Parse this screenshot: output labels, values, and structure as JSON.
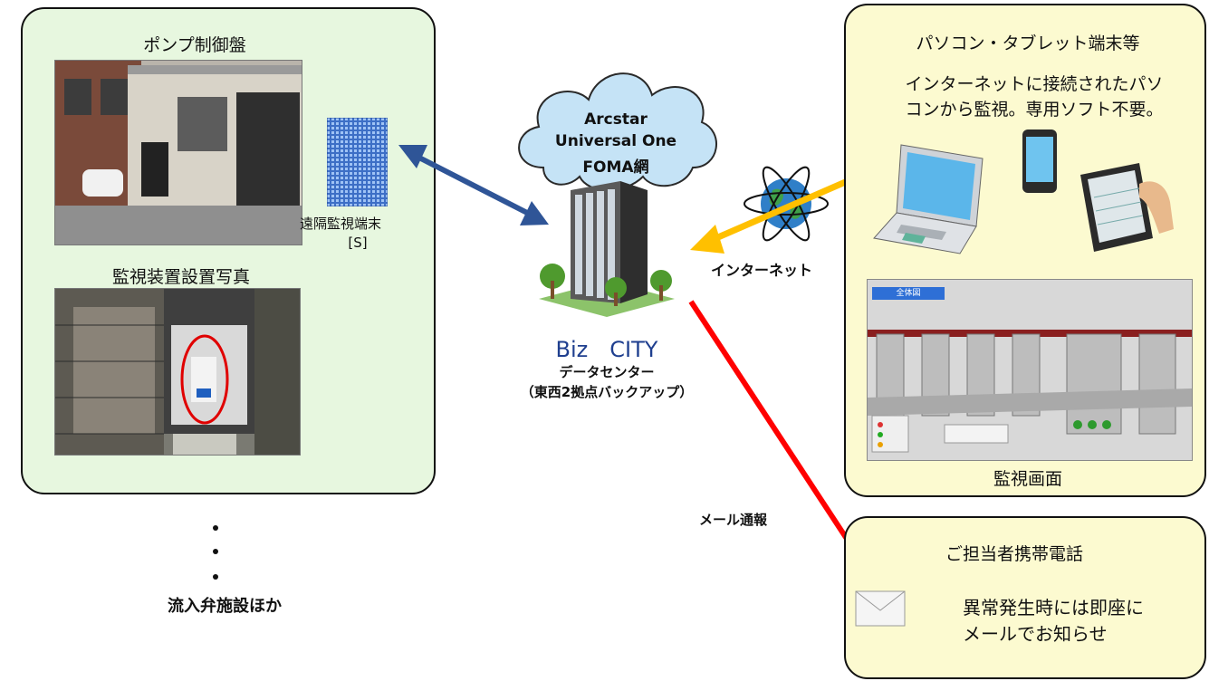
{
  "pump_panel": {
    "title": "ポンプ制御盤",
    "terminal_label_1": "遠隔監視端末",
    "terminal_label_2": "[S]",
    "install_photo_title": "監視装置設置写真"
  },
  "other_sites": {
    "label": "流入弁施設ほか"
  },
  "network": {
    "cloud_line1": "Arcstar",
    "cloud_line2": "Universal One",
    "cloud_line3": "FOMA網"
  },
  "datacenter": {
    "brand": "Biz　CITY",
    "label": "データセンター",
    "sublabel": "（東西2拠点バックアップ）"
  },
  "internet": {
    "label": "インターネット"
  },
  "mail": {
    "label": "メール通報"
  },
  "pc_panel": {
    "title": "パソコン・タブレット端末等",
    "desc_line1": "インターネットに接続されたパソ",
    "desc_line2": "コンから監視。専用ソフト不要。",
    "screen_caption": "監視画面",
    "screen_header": "全体図"
  },
  "phone_panel": {
    "title": "ご担当者携帯電話",
    "desc_line1": "異常発生時には即座に",
    "desc_line2": "メールでお知らせ"
  },
  "colors": {
    "green_panel": "#e7f7df",
    "yellow_panel": "#fcfad0",
    "blue_arrow": "#2f5597",
    "orange_arrow": "#ffc000",
    "red_arrow": "#ff0000",
    "cloud": "#c5e3f6"
  }
}
